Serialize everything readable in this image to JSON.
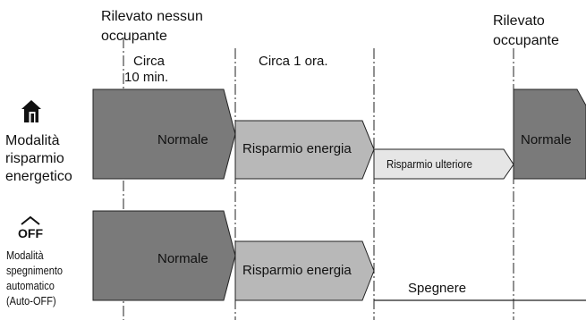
{
  "events": {
    "no_occupant": [
      "Rilevato nessun",
      "occupante"
    ],
    "occupant": [
      "Rilevato",
      "occupante"
    ]
  },
  "intervals": {
    "first": [
      "Circa",
      "10 min."
    ],
    "second": "Circa 1 ora."
  },
  "modes": {
    "energy_saving": {
      "icon": "house-door-icon",
      "label": [
        "Modalità",
        "risparmio",
        "energetico"
      ]
    },
    "auto_off": {
      "icon": "off-icon",
      "icon_text": "OFF",
      "label": [
        "Modalità",
        "spegnimento",
        "automatico",
        "(Auto-OFF)"
      ]
    }
  },
  "rows": {
    "energy_saving": {
      "normal": "Normale",
      "saving": "Risparmio energia",
      "further": "Risparmio ulteriore",
      "normal_return": "Normale"
    },
    "auto_off": {
      "normal": "Normale",
      "saving": "Risparmio energia",
      "off": "Spegnere"
    }
  },
  "colors": {
    "normal": "#7a7a7a",
    "saving": "#b8b8b8",
    "further": "#e6e6e6",
    "outline": "#222222"
  }
}
